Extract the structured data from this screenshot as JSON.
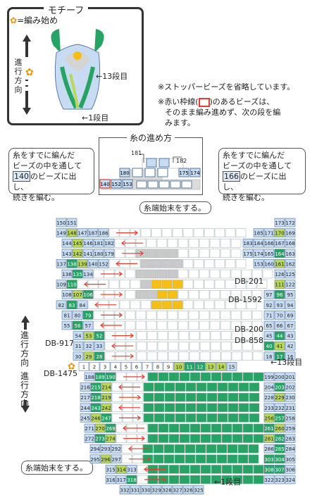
{
  "motif": {
    "title": "モチーフ",
    "legend_icon": "flower-start-icon",
    "legend_text": "=編み始め",
    "dir_label": "進行方向",
    "row13_label": "←13段目",
    "row1_label": "←1段目"
  },
  "notes": {
    "stopper": "※ストッパービーズを省略しています。",
    "red_frame_1": "※赤い枠線(",
    "red_frame_2": ")のあるビーズは、",
    "red_frame_3": "そのまま編み進めず、次の段を編",
    "red_frame_4": "みます。"
  },
  "thread_path": {
    "title": "糸の進め方",
    "bead_181": "181",
    "bead_182": "182"
  },
  "bubbles": {
    "left": {
      "l1": "糸をすでに編んだ",
      "l2": "ビーズの中を通して",
      "l3_pre": "",
      "l3_num": "140",
      "l3_post": "のビーズに出し、",
      "l4": "続きを編む。"
    },
    "right": {
      "l1": "糸をすでに編んだ",
      "l2": "ビーズの中を通して",
      "l3_pre": "",
      "l3_num": "166",
      "l3_post": "のビーズに出し、",
      "l4": "続きを編む。"
    },
    "top_end": "糸端始末をする。",
    "bottom_end": "糸端始末をする。"
  },
  "labels": {
    "db201": "DB-201",
    "db1592": "DB-1592",
    "db200": "DB-200",
    "db858": "DB-858",
    "db917": "DB-917",
    "db1475": "DB-1475",
    "row13": "←13段目",
    "row1": "←1段目",
    "dir": "進行方向"
  },
  "colors": {
    "bead_blue": "#c7dcf2",
    "bead_white": "#ffffff",
    "bead_light_green": "#b9d85a",
    "bead_green": "#27a465",
    "bead_dark_green": "#137f4a",
    "bead_yellow": "#f6be16",
    "bead_grey": "#c9c9c9",
    "arrow_red": "#e53c2e",
    "start_orange": "#e8950f"
  },
  "chart_data": {
    "type": "bead_pattern",
    "rows": [
      {
        "row": 26,
        "beads": [
          [
            "150",
            "b"
          ],
          [
            "151",
            "b"
          ],
          [
            "173",
            "b"
          ],
          [
            "172",
            "b"
          ]
        ]
      },
      {
        "row": 25,
        "beads": [
          [
            "149",
            "b"
          ],
          [
            "148",
            "l"
          ],
          [
            "147",
            "b"
          ],
          [
            "187",
            "b"
          ],
          [
            "186",
            "b"
          ],
          [
            "185",
            "b"
          ],
          [
            "171",
            "b"
          ],
          [
            "170",
            "l"
          ],
          [
            "169",
            "b"
          ]
        ]
      },
      {
        "row": 24,
        "beads": [
          [
            "144",
            "b"
          ],
          [
            "145",
            "l"
          ],
          [
            "146",
            "b"
          ],
          [
            "181",
            "b"
          ],
          [
            "182",
            "b"
          ],
          [
            "183",
            "b"
          ],
          [
            "184",
            "b"
          ],
          [
            "166",
            "b"
          ],
          [
            "167",
            "b"
          ],
          [
            "168",
            "b"
          ]
        ]
      },
      {
        "row": 23,
        "beads": [
          [
            "143",
            "b"
          ],
          [
            "142",
            "l"
          ],
          [
            "141",
            "b"
          ],
          [
            "180",
            "b"
          ],
          [
            "179",
            "b"
          ],
          [
            "175",
            "b"
          ],
          [
            "174",
            "b"
          ],
          [
            "165",
            "b"
          ],
          [
            "164",
            "d"
          ],
          [
            "163",
            "b"
          ]
        ]
      },
      {
        "row": 22,
        "beads": [
          [
            "137",
            "b"
          ],
          [
            "138",
            "d"
          ],
          [
            "139",
            "l"
          ],
          [
            "140",
            "b"
          ],
          [
            "152",
            "b"
          ],
          [
            "153",
            "b"
          ],
          [
            "160",
            "b"
          ],
          [
            "161",
            "l"
          ],
          [
            "162",
            "b"
          ]
        ]
      },
      {
        "row": 21,
        "beads": [
          [
            "136",
            "b"
          ],
          [
            "135",
            "d"
          ],
          [
            "134",
            "b"
          ],
          [
            "126",
            "b"
          ],
          [
            "125",
            "b"
          ]
        ]
      },
      {
        "row": 20,
        "beads": [
          [
            "109",
            "b"
          ],
          [
            "110",
            "d"
          ],
          [
            "111",
            "l"
          ],
          [
            "122",
            "b"
          ]
        ]
      },
      {
        "row": 19,
        "beads": [
          [
            "108",
            "b"
          ],
          [
            "107",
            "l"
          ],
          [
            "106",
            "d"
          ],
          [
            "97",
            "b"
          ],
          [
            "96",
            "d"
          ],
          [
            "95",
            "b"
          ]
        ]
      },
      {
        "row": 18,
        "beads": [
          [
            "82",
            "b"
          ],
          [
            "83",
            "d"
          ],
          [
            "84",
            "b"
          ],
          [
            "92",
            "b"
          ],
          [
            "93",
            "b"
          ],
          [
            "94",
            "b"
          ]
        ]
      },
      {
        "row": 17,
        "beads": [
          [
            "81",
            "b"
          ],
          [
            "80",
            "b"
          ],
          [
            "79",
            "d"
          ],
          [
            "71",
            "b"
          ],
          [
            "70",
            "b"
          ],
          [
            "69",
            "b"
          ]
        ]
      },
      {
        "row": 16,
        "beads": [
          [
            "55",
            "b"
          ],
          [
            "56",
            "d"
          ],
          [
            "57",
            "b"
          ],
          [
            "65",
            "b"
          ],
          [
            "66",
            "b"
          ],
          [
            "67",
            "b"
          ]
        ]
      },
      {
        "row": 15,
        "beads": [
          [
            "54",
            "b"
          ],
          [
            "53",
            "l"
          ],
          [
            "52",
            "d"
          ],
          [
            "45",
            "b"
          ],
          [
            "44",
            "d"
          ],
          [
            "43",
            "b"
          ]
        ]
      },
      {
        "row": 14,
        "beads": [
          [
            "31",
            "b"
          ],
          [
            "32",
            "b"
          ],
          [
            "33",
            "b"
          ],
          [
            "40",
            "d"
          ],
          [
            "41",
            "l"
          ],
          [
            "42",
            "b"
          ]
        ]
      },
      {
        "row": 13,
        "beads": [
          [
            "30",
            "b"
          ],
          [
            "29",
            "l"
          ],
          [
            "28",
            "d"
          ],
          [
            "18",
            "b"
          ],
          [
            "17",
            "d"
          ],
          [
            "16",
            "b"
          ]
        ]
      },
      {
        "row": 12,
        "beads": [
          [
            "1",
            "w"
          ],
          [
            "2",
            "w"
          ],
          [
            "3",
            "w"
          ],
          [
            "4",
            "w"
          ],
          [
            "5",
            "w"
          ],
          [
            "6",
            "w"
          ],
          [
            "7",
            "w"
          ],
          [
            "8",
            "w"
          ],
          [
            "9",
            "w"
          ],
          [
            "10",
            "l"
          ],
          [
            "11",
            "d"
          ],
          [
            "12",
            "d"
          ],
          [
            "13",
            "l"
          ],
          [
            "14",
            "l"
          ],
          [
            "15",
            "b"
          ]
        ]
      },
      {
        "row": 11,
        "beads": [
          [
            "188",
            "b"
          ],
          [
            "189",
            "d"
          ],
          [
            "190",
            "d"
          ],
          [
            "199",
            "b"
          ],
          [
            "200",
            "b"
          ],
          [
            "201",
            "b"
          ]
        ]
      },
      {
        "row": 10,
        "beads": [
          [
            "216",
            "b"
          ],
          [
            "215",
            "d"
          ],
          [
            "214",
            "l"
          ],
          [
            "204",
            "b"
          ],
          [
            "203",
            "d"
          ],
          [
            "202",
            "b"
          ]
        ]
      },
      {
        "row": 9,
        "beads": [
          [
            "217",
            "b"
          ],
          [
            "218",
            "d"
          ],
          [
            "219",
            "l"
          ],
          [
            "228",
            "b"
          ],
          [
            "229",
            "l"
          ],
          [
            "230",
            "b"
          ]
        ]
      },
      {
        "row": 8,
        "beads": [
          [
            "244",
            "b"
          ],
          [
            "243",
            "d"
          ],
          [
            "242",
            "l"
          ],
          [
            "233",
            "b"
          ],
          [
            "232",
            "b"
          ],
          [
            "231",
            "b"
          ]
        ]
      },
      {
        "row": 7,
        "beads": [
          [
            "245",
            "b"
          ],
          [
            "246",
            "l"
          ],
          [
            "247",
            "d"
          ],
          [
            "256",
            "l"
          ],
          [
            "257",
            "d"
          ],
          [
            "258",
            "b"
          ]
        ]
      },
      {
        "row": 6,
        "beads": [
          [
            "271",
            "b"
          ],
          [
            "270",
            "l"
          ],
          [
            "269",
            "d"
          ],
          [
            "261",
            "d"
          ],
          [
            "260",
            "l"
          ],
          [
            "259",
            "b"
          ]
        ]
      },
      {
        "row": 5,
        "beads": [
          [
            "272",
            "b"
          ],
          [
            "273",
            "d"
          ],
          [
            "274",
            "l"
          ],
          [
            "281",
            "l"
          ],
          [
            "282",
            "d"
          ],
          [
            "283",
            "b"
          ]
        ]
      },
      {
        "row": 4,
        "beads": [
          [
            "294",
            "b"
          ],
          [
            "293",
            "b"
          ],
          [
            "292",
            "b"
          ],
          [
            "286",
            "b"
          ],
          [
            "285",
            "d"
          ],
          [
            "284",
            "b"
          ]
        ]
      },
      {
        "row": 3,
        "beads": [
          [
            "295",
            "b"
          ],
          [
            "296",
            "l"
          ],
          [
            "297",
            "b"
          ],
          [
            "303",
            "d"
          ],
          [
            "304",
            "d"
          ],
          [
            "305",
            "b"
          ]
        ]
      },
      {
        "row": 2,
        "beads": [
          [
            "315",
            "b"
          ],
          [
            "314",
            "l"
          ],
          [
            "313",
            "b"
          ],
          [
            "308",
            "d"
          ],
          [
            "307",
            "d"
          ],
          [
            "306",
            "b"
          ]
        ]
      },
      {
        "row": 1,
        "beads": [
          [
            "316",
            "b"
          ],
          [
            "317",
            "b"
          ],
          [
            "318",
            "d"
          ],
          [
            "322",
            "b"
          ],
          [
            "323",
            "b"
          ],
          [
            "324",
            "b"
          ]
        ]
      },
      {
        "row": 0,
        "beads": [
          [
            "332",
            "b"
          ],
          [
            "331",
            "b"
          ],
          [
            "330",
            "b"
          ],
          [
            "329",
            "b"
          ],
          [
            "328",
            "b"
          ],
          [
            "327",
            "b"
          ],
          [
            "326",
            "b"
          ],
          [
            "325",
            "b"
          ]
        ]
      }
    ]
  }
}
